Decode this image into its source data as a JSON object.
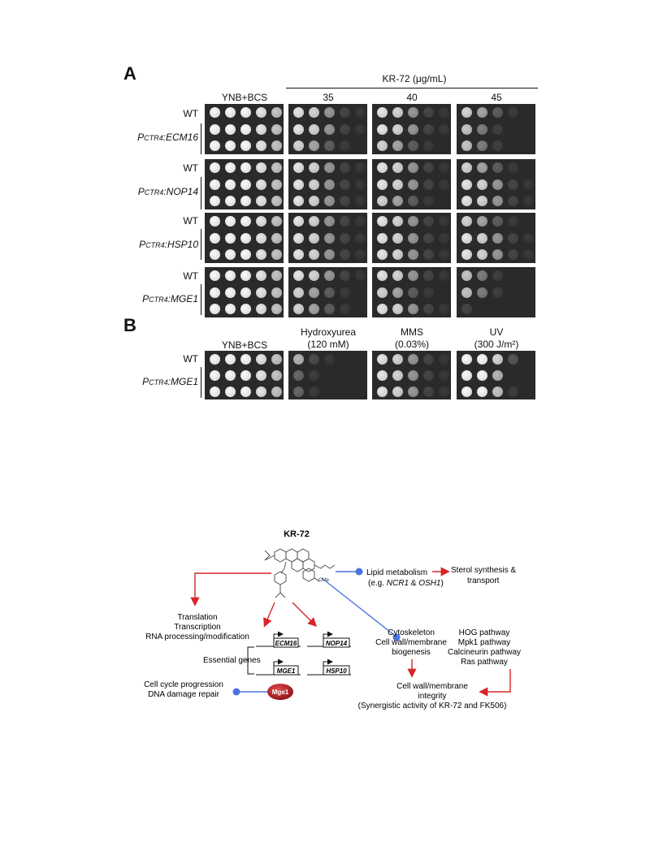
{
  "panel_a": {
    "letter": "A",
    "kr72_label": "KR-72 (μg/mL)",
    "col_headers": [
      "YNB+BCS",
      "35",
      "40",
      "45"
    ],
    "groups": [
      {
        "wt": "WT",
        "prefix": "P",
        "sub": "CTR4",
        "gene": ":ECM16"
      },
      {
        "wt": "WT",
        "prefix": "P",
        "sub": "CTR4",
        "gene": ":NOP14"
      },
      {
        "wt": "WT",
        "prefix": "P",
        "sub": "CTR4",
        "gene": ":HSP10"
      },
      {
        "wt": "WT",
        "prefix": "P",
        "sub": "CTR4",
        "gene": ":MGE1"
      }
    ]
  },
  "panel_b": {
    "letter": "B",
    "col_headers": [
      {
        "line1": "YNB+BCS",
        "line2": ""
      },
      {
        "line1": "Hydroxyurea",
        "line2": "(120 mM)"
      },
      {
        "line1": "MMS",
        "line2": "(0.03%)"
      },
      {
        "line1": "UV",
        "line2": "(300 J/m²)"
      }
    ],
    "wt": "WT",
    "strain": {
      "prefix": "P",
      "sub": "CTR4",
      "gene": ":MGE1"
    }
  },
  "diagram": {
    "compound": "KR-72",
    "ome": "OMe",
    "lipid_1": "Lipid metabolism",
    "lipid_2a": "(e.g. ",
    "lipid_ncr1": "NCR1",
    "lipid_amp": " & ",
    "lipid_osh1": "OSH1",
    "lipid_2b": ")",
    "sterol_1": "Sterol synthesis &",
    "sterol_2": "transport",
    "left_terms": [
      "Translation",
      "Transcription",
      "RNA processing/modification"
    ],
    "essential": "Essential genes",
    "genes": [
      "ECM16",
      "NOP14",
      "MGE1",
      "HSP10"
    ],
    "cyto": [
      "Cytoskeleton",
      "Cell wall/membrane",
      "biogenesis"
    ],
    "pathways": [
      "HOG pathway",
      "Mpk1 pathway",
      "Calcineurin pathway",
      "Ras pathway"
    ],
    "integrity": [
      "Cell wall/membrane",
      "integrity",
      "(Synergistic activity of KR-72 and FK506)"
    ],
    "cell_cycle": [
      "Cell cycle progression",
      "DNA damage repair"
    ],
    "mge1_node": "Mge1",
    "colors": {
      "red": "#d7262a",
      "blue": "#4a74e0",
      "node": "#b3191c"
    }
  }
}
